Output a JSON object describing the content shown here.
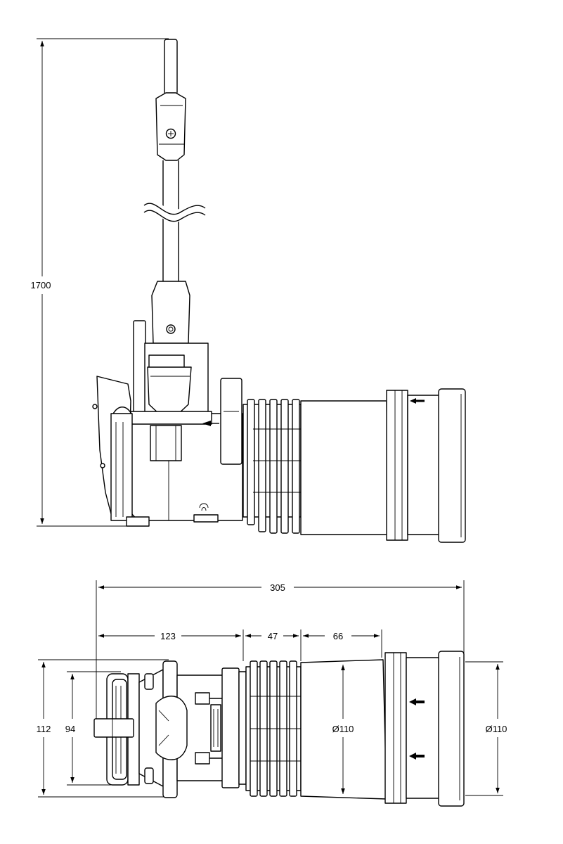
{
  "dimensions": {
    "total_height": "1700",
    "total_length": "305",
    "body_length": "123",
    "corrugated_length": "47",
    "spigot_length": "66",
    "overall_width": "112",
    "flange_width": "94",
    "outlet_diameter": "Ø110",
    "socket_diameter": "Ø110"
  }
}
